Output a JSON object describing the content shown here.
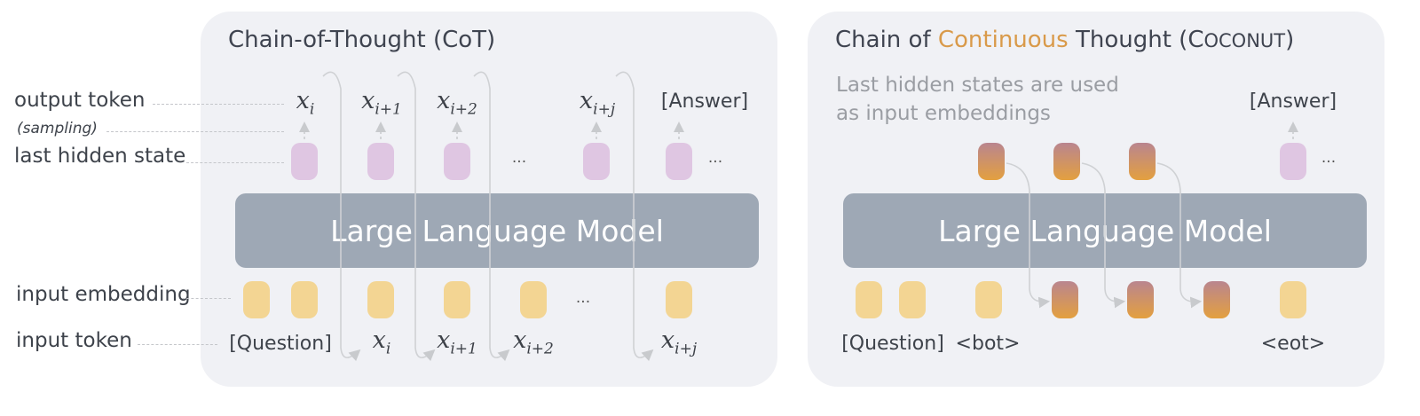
{
  "labels": {
    "output_token": "output token",
    "sampling": "(sampling)",
    "last_hidden_state": "last hidden state",
    "input_embedding": "input embedding",
    "input_token": "input token"
  },
  "cot": {
    "title": "Chain-of-Thought (CoT)",
    "model": "Large Language Model",
    "outputs": {
      "x_base": "x",
      "sub1": "i",
      "sub2": "i+1",
      "sub3": "i+2",
      "sub4": "i+j",
      "answer": "[Answer]",
      "ellipsis": "..."
    },
    "inputs": {
      "question": "[Question]",
      "x_base": "x",
      "sub1": "i",
      "sub2": "i+1",
      "sub3": "i+2",
      "sub4": "i+j",
      "ellipsis": "..."
    }
  },
  "coconut": {
    "title_part1": "Chain of ",
    "title_accent": "Continuous",
    "title_part2": " Thought (C",
    "title_smallcaps": "OCONUT",
    "title_part3": ")",
    "caption_line1": "Last hidden states are used",
    "caption_line2": "as input embeddings",
    "model": "Large Language Model",
    "answer": "[Answer]",
    "ellipsis": "...",
    "inputs": {
      "question": "[Question]",
      "bot": "<bot>",
      "eot": "<eot>"
    }
  },
  "colors": {
    "panel": "#f0f1f5",
    "llm": "#9ea8b5",
    "hidden_state": "#dfc6e2",
    "input_embedding": "#f3d593",
    "continuous_top": "#b9858f",
    "continuous_bottom": "#e3a03f",
    "accent": "#d99a4a"
  }
}
